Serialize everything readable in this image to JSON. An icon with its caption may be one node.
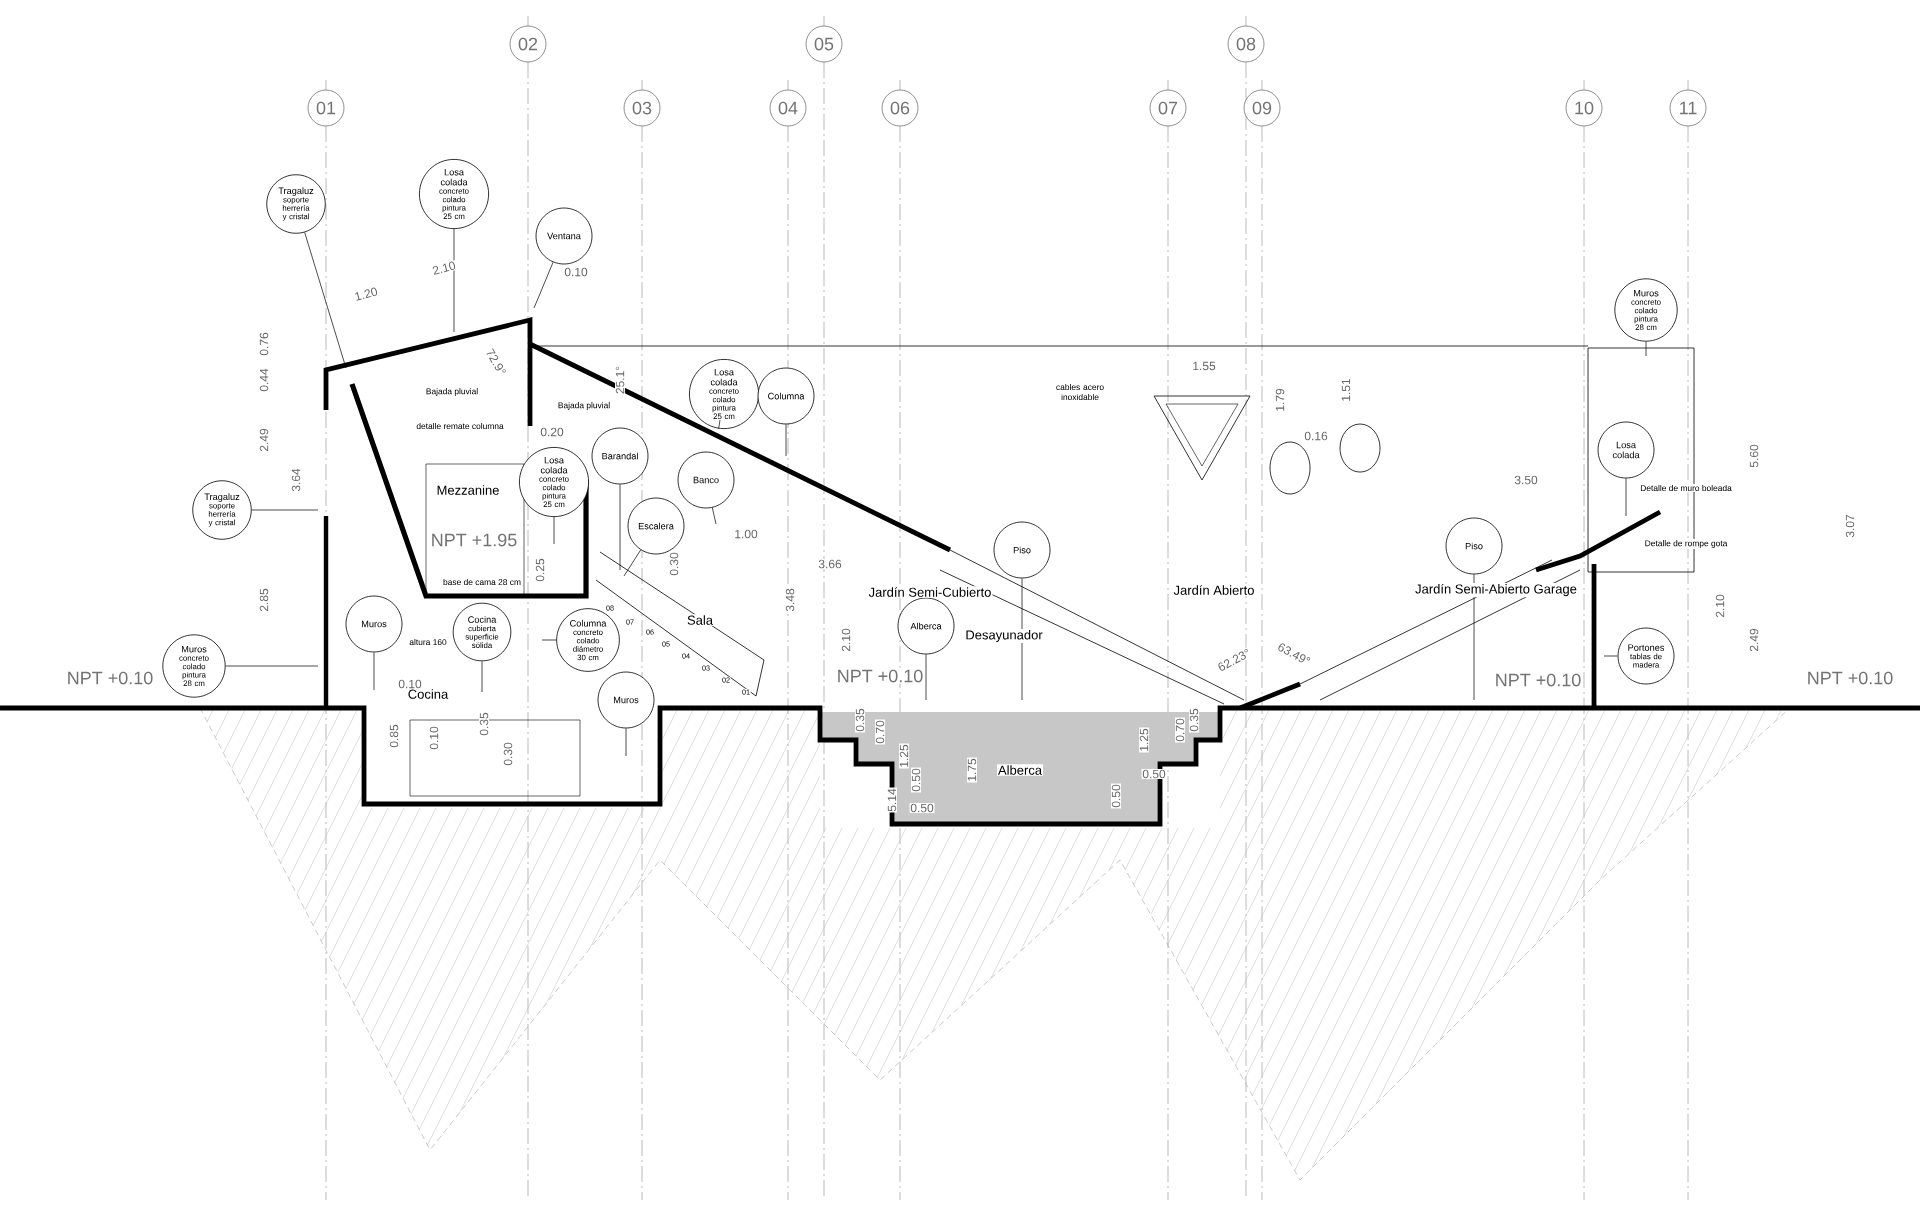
{
  "diagram": {
    "nodes": [
      {
        "text": [
          "01"
        ]
      },
      {
        "text": [
          "02"
        ]
      },
      {
        "text": [
          "03"
        ]
      },
      {
        "text": [
          "04"
        ]
      },
      {
        "text": [
          "05"
        ]
      },
      {
        "text": [
          "06"
        ]
      },
      {
        "text": [
          "07"
        ]
      },
      {
        "text": [
          "08"
        ]
      },
      {
        "text": [
          "09"
        ]
      },
      {
        "text": [
          "10"
        ]
      },
      {
        "text": [
          "11"
        ]
      },
      {
        "text": [
          "Tragaluz",
          "soporte herrería y cristal"
        ]
      },
      {
        "text": [
          "Losa colada",
          "concreto colado pintura 25 cm"
        ]
      },
      {
        "text": [
          "Ventana"
        ]
      },
      {
        "text": [
          "Tragaluz",
          "soporte herrería y cristal"
        ]
      },
      {
        "text": [
          "Muros",
          "concreto colado pintura 28 cm"
        ]
      },
      {
        "text": [
          "Losa colada",
          "concreto colado pintura 25 cm"
        ]
      },
      {
        "text": [
          "Barandal"
        ]
      },
      {
        "text": [
          "Losa colada",
          "concreto colado pintura 25 cm"
        ]
      },
      {
        "text": [
          "Columna"
        ]
      },
      {
        "text": [
          "Banco"
        ]
      },
      {
        "text": [
          "Escalera"
        ]
      },
      {
        "text": [
          "Muros"
        ]
      },
      {
        "text": [
          "Cocina",
          "cubierta superficie sólida"
        ]
      },
      {
        "text": [
          "Columna",
          "concreto colado diámetro 30 cm"
        ]
      },
      {
        "text": [
          "Muros"
        ]
      },
      {
        "text": [
          "Alberca"
        ]
      },
      {
        "text": [
          "Piso"
        ]
      },
      {
        "text": [
          "Piso"
        ]
      },
      {
        "text": [
          "Losa colada"
        ]
      },
      {
        "text": [
          "Muros",
          "concreto colado pintura 28 cm"
        ]
      },
      {
        "text": [
          "Portones",
          "tablas de madera"
        ]
      }
    ],
    "edges": [
      {
        "from": 11,
        "to": null,
        "arrow": "none"
      },
      {
        "from": 12,
        "to": null,
        "arrow": "none"
      },
      {
        "from": 13,
        "to": null,
        "arrow": "none"
      },
      {
        "from": 14,
        "to": null,
        "arrow": "none"
      },
      {
        "from": 15,
        "to": null,
        "arrow": "none"
      },
      {
        "from": 16,
        "to": null,
        "arrow": "none"
      },
      {
        "from": 17,
        "to": null,
        "arrow": "none"
      },
      {
        "from": 18,
        "to": null,
        "arrow": "none"
      },
      {
        "from": 19,
        "to": null,
        "arrow": "none"
      },
      {
        "from": 20,
        "to": null,
        "arrow": "none"
      },
      {
        "from": 21,
        "to": null,
        "arrow": "none"
      },
      {
        "from": 22,
        "to": null,
        "arrow": "none"
      },
      {
        "from": 23,
        "to": null,
        "arrow": "none"
      },
      {
        "from": 24,
        "to": null,
        "arrow": "none"
      },
      {
        "from": 25,
        "to": null,
        "arrow": "none"
      },
      {
        "from": 26,
        "to": null,
        "arrow": "none"
      },
      {
        "from": 27,
        "to": null,
        "arrow": "none"
      },
      {
        "from": 28,
        "to": null,
        "arrow": "none"
      },
      {
        "from": 29,
        "to": null,
        "arrow": "none"
      },
      {
        "from": 30,
        "to": null,
        "arrow": "none"
      },
      {
        "from": 31,
        "to": null,
        "arrow": "none"
      }
    ],
    "labels": [
      "Mezzanine",
      "NPT +1.95",
      "Bajada pluvial",
      "Bajada pluvial",
      "detalle remate columna",
      "base de cama 28 cm",
      "altura 160",
      "Cocina",
      "Sala",
      "Jardín Semi-Cubierto",
      "Desayunador",
      "Jardín Abierto",
      "Jardín Semi-Abierto Garage",
      "Alberca",
      "cables acero inoxidable",
      "Detalle de muro boleada",
      "Detalle de rompe gota",
      "NPT +0.10",
      "NPT +0.10",
      "NPT +0.10",
      "NPT +0.10",
      "1.20",
      "2.10",
      "0.10",
      "0.76",
      "0.44",
      "2.49",
      "3.64",
      "2.85",
      "72.9°",
      "0.20",
      "25.1°",
      "1.00",
      "3.66",
      "0.30",
      "3.48",
      "2.10",
      "0.10",
      "0.85",
      "0.35",
      "0.10",
      "0.30",
      "0.25",
      "08",
      "07",
      "06",
      "05",
      "04",
      "03",
      "02",
      "01",
      "1.55",
      "1.79",
      "0.16",
      "1.51",
      "62.23°",
      "63.49°",
      "1.75",
      "0.50",
      "0.50",
      "1.25",
      "0.70",
      "0.35",
      "0.35",
      "0.70",
      "1.25",
      "0.50",
      "0.50",
      "5.14",
      "3.50",
      "5.60",
      "3.07",
      "2.10",
      "2.49"
    ]
  }
}
